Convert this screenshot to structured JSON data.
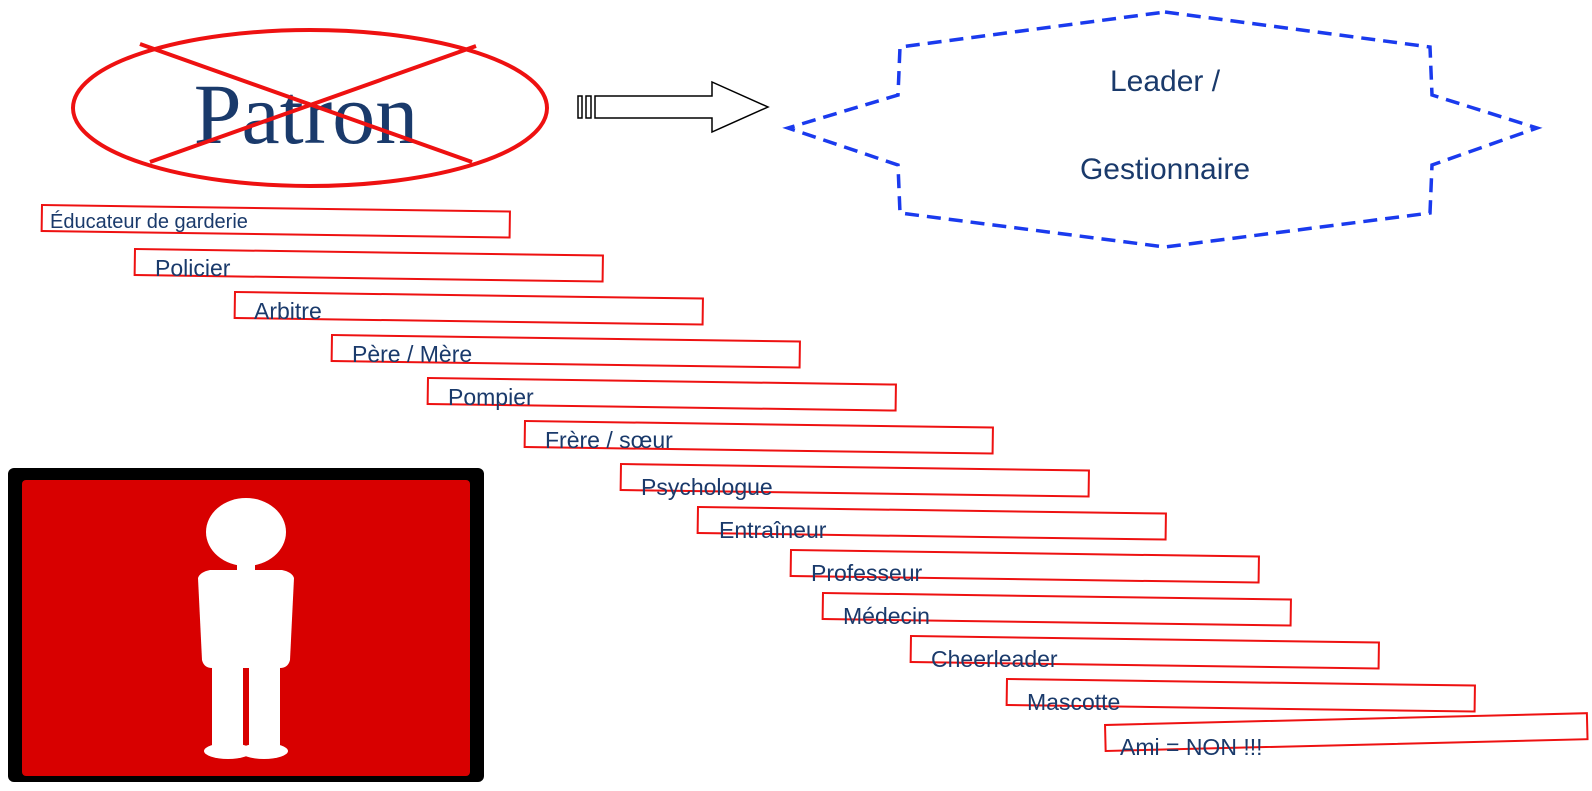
{
  "patron": {
    "label": "Patron"
  },
  "leader_star": {
    "line1": "Leader /",
    "line2": "Gestionnaire"
  },
  "roles": [
    {
      "label": "Éducateur de garderie"
    },
    {
      "label": "Policier"
    },
    {
      "label": "Arbitre"
    },
    {
      "label": "Père / Mère"
    },
    {
      "label": "Pompier"
    },
    {
      "label": "Frère / sœur"
    },
    {
      "label": "Psychologue"
    },
    {
      "label": "Entraîneur"
    },
    {
      "label": "Professeur"
    },
    {
      "label": "Médecin"
    },
    {
      "label": "Cheerleader"
    },
    {
      "label": "Mascotte"
    },
    {
      "label": "Ami = NON !!!"
    }
  ],
  "colors": {
    "red_outline": "#ee1111",
    "navy_text": "#1a3a6b",
    "star_dash": "#1a3aee",
    "sign_red": "#d80000",
    "sign_frame": "#000000",
    "figure": "#ffffff"
  },
  "icons": {
    "arrow": "right-outline-arrow-icon",
    "figure": "person-silhouette-icon"
  }
}
